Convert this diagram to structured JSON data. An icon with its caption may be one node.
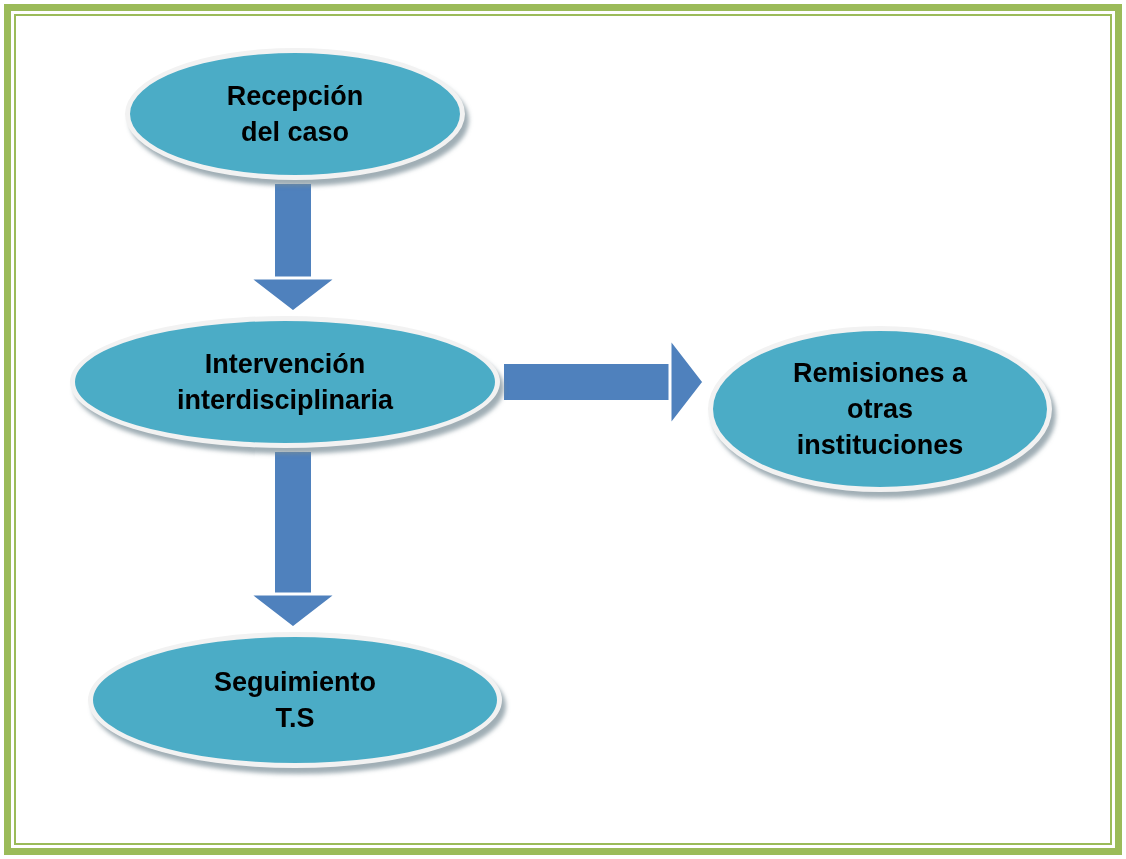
{
  "diagram": {
    "nodes": [
      {
        "text": [
          "Recepción del caso"
        ]
      },
      {
        "text": [
          "Intervención interdisciplinaria"
        ]
      },
      {
        "text": [
          "Remisiones a otras instituciones"
        ]
      },
      {
        "text": [
          "Seguimiento T.S"
        ]
      }
    ],
    "edges": [
      {
        "from": 0,
        "to": 1,
        "arrow": "to"
      },
      {
        "from": 1,
        "to": 2,
        "arrow": "to"
      },
      {
        "from": 1,
        "to": 3,
        "arrow": "to"
      }
    ]
  }
}
